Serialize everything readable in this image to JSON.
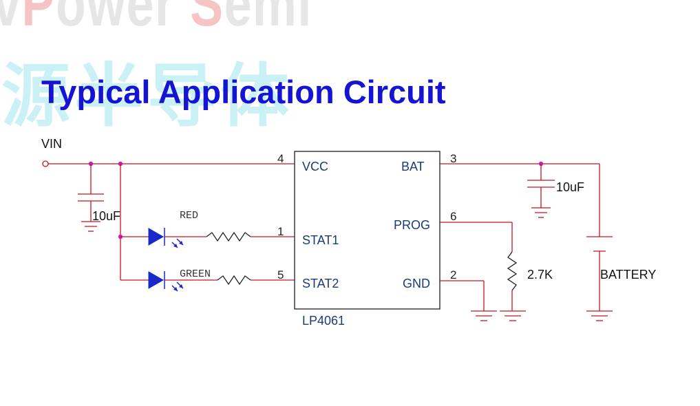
{
  "watermark": {
    "latin_prefix": "v",
    "latin_accent_1": "P",
    "latin_mid": "ower ",
    "latin_accent_2": "S",
    "latin_suffix": "emi",
    "cjk": "源半导体"
  },
  "title": "Typical Application Circuit",
  "schematic": {
    "input_label": "VIN",
    "ic": {
      "part_number": "LP4061",
      "pins": {
        "vcc": {
          "name": "VCC",
          "number": "4"
        },
        "stat1": {
          "name": "STAT1",
          "number": "1"
        },
        "stat2": {
          "name": "STAT2",
          "number": "5"
        },
        "bat": {
          "name": "BAT",
          "number": "3"
        },
        "prog": {
          "name": "PROG",
          "number": "6"
        },
        "gnd": {
          "name": "GND",
          "number": "2"
        }
      }
    },
    "input_cap_value": "10uF",
    "output_cap_value": "10uF",
    "led_red_label": "RED",
    "led_green_label": "GREEN",
    "prog_resistor_value": "2.7K",
    "battery_label": "BATTERY"
  },
  "colors": {
    "title": "#1414d2",
    "wire": "#c8141e",
    "junction": "#c81eb4",
    "led": "#1a28c8",
    "ic_outline": "#1e1e1e"
  }
}
